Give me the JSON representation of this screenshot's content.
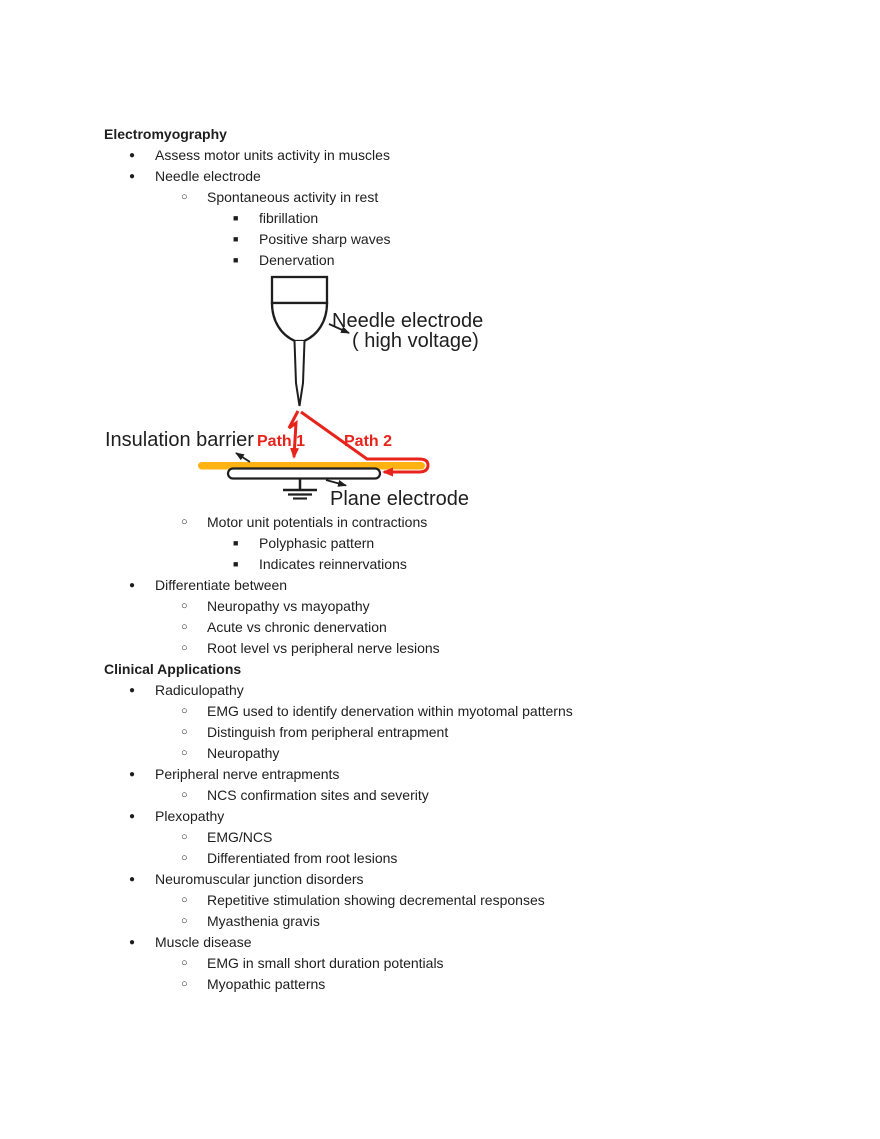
{
  "page": {
    "background": "#ffffff"
  },
  "document": {
    "bullets": {
      "1": "●",
      "2": "○",
      "3": "■"
    },
    "lines_before_diagram": [
      {
        "level": 0,
        "bold": true,
        "text": "Electromyography"
      },
      {
        "level": 1,
        "bold": false,
        "text": "Assess motor units activity in muscles"
      },
      {
        "level": 1,
        "bold": false,
        "text": "Needle electrode"
      },
      {
        "level": 2,
        "bold": false,
        "text": "Spontaneous activity in rest"
      },
      {
        "level": 3,
        "bold": false,
        "text": "fibrillation"
      },
      {
        "level": 3,
        "bold": false,
        "text": "Positive sharp waves"
      },
      {
        "level": 3,
        "bold": false,
        "text": "Denervation"
      }
    ],
    "lines_after_diagram": [
      {
        "level": 2,
        "bold": false,
        "text": "Motor unit potentials in contractions"
      },
      {
        "level": 3,
        "bold": false,
        "text": "Polyphasic pattern"
      },
      {
        "level": 3,
        "bold": false,
        "text": "Indicates reinnervations"
      },
      {
        "level": 1,
        "bold": false,
        "text": "Differentiate between"
      },
      {
        "level": 2,
        "bold": false,
        "text": "Neuropathy vs mayopathy"
      },
      {
        "level": 2,
        "bold": false,
        "text": "Acute vs chronic denervation"
      },
      {
        "level": 2,
        "bold": false,
        "text": "Root level vs peripheral nerve lesions"
      },
      {
        "level": 0,
        "bold": true,
        "text": "Clinical Applications"
      },
      {
        "level": 1,
        "bold": false,
        "text": "Radiculopathy"
      },
      {
        "level": 2,
        "bold": false,
        "text": "EMG used to identify denervation within myotomal patterns"
      },
      {
        "level": 2,
        "bold": false,
        "text": "Distinguish from peripheral entrapment"
      },
      {
        "level": 2,
        "bold": false,
        "text": "Neuropathy"
      },
      {
        "level": 1,
        "bold": false,
        "text": "Peripheral nerve entrapments"
      },
      {
        "level": 2,
        "bold": false,
        "text": "NCS confirmation sites and severity"
      },
      {
        "level": 1,
        "bold": false,
        "text": "Plexopathy"
      },
      {
        "level": 2,
        "bold": false,
        "text": "EMG/NCS"
      },
      {
        "level": 2,
        "bold": false,
        "text": "Differentiated from root lesions"
      },
      {
        "level": 1,
        "bold": false,
        "text": "Neuromuscular junction disorders"
      },
      {
        "level": 2,
        "bold": false,
        "text": "Repetitive stimulation showing decremental responses"
      },
      {
        "level": 2,
        "bold": false,
        "text": "Myasthenia gravis"
      },
      {
        "level": 1,
        "bold": false,
        "text": "Muscle disease"
      },
      {
        "level": 2,
        "bold": false,
        "text": "EMG in small short duration potentials"
      },
      {
        "level": 2,
        "bold": false,
        "text": "Myopathic patterns"
      }
    ]
  },
  "diagram": {
    "labels": {
      "needle_electrode": "Needle electrode",
      "high_voltage": "( high voltage)",
      "insulation_barrier": "Insulation barrier",
      "path1": "Path 1",
      "path2": "Path 2",
      "plane_electrode": "Plane electrode"
    },
    "colors": {
      "ink": "#1e1e1e",
      "path_red": "#e8231b",
      "barrier_orange": "#ffb312"
    }
  }
}
